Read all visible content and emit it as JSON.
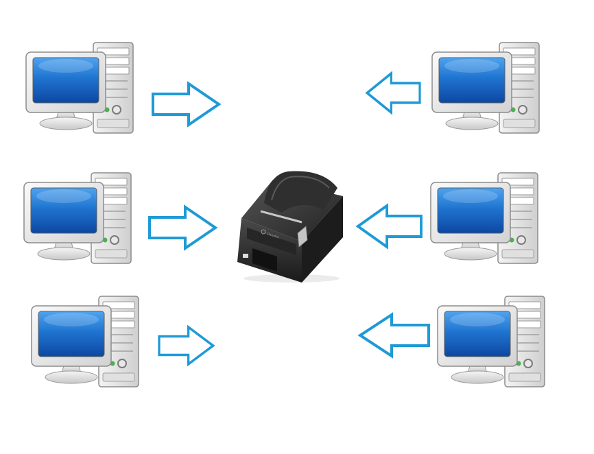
{
  "diagram": {
    "description_hidden": "",
    "printer": {
      "brand_text": "Daruma",
      "icon": "receipt-printer-icon"
    },
    "workstations": [
      {
        "id": "workstation-left-top",
        "side": "left",
        "icon": "desktop-computer-icon"
      },
      {
        "id": "workstation-left-middle",
        "side": "left",
        "icon": "desktop-computer-icon"
      },
      {
        "id": "workstation-left-bottom",
        "side": "left",
        "icon": "desktop-computer-icon"
      },
      {
        "id": "workstation-right-top",
        "side": "right",
        "icon": "desktop-computer-icon"
      },
      {
        "id": "workstation-right-middle",
        "side": "right",
        "icon": "desktop-computer-icon"
      },
      {
        "id": "workstation-right-bottom",
        "side": "right",
        "icon": "desktop-computer-icon"
      }
    ],
    "arrows": [
      {
        "id": "arrow-left-top",
        "direction": "right",
        "icon": "arrow-right-icon"
      },
      {
        "id": "arrow-left-middle",
        "direction": "right",
        "icon": "arrow-right-icon"
      },
      {
        "id": "arrow-left-bottom",
        "direction": "right",
        "icon": "arrow-right-icon"
      },
      {
        "id": "arrow-right-top",
        "direction": "left",
        "icon": "arrow-left-icon"
      },
      {
        "id": "arrow-right-middle",
        "direction": "left",
        "icon": "arrow-left-icon"
      },
      {
        "id": "arrow-right-bottom",
        "direction": "left",
        "icon": "arrow-left-icon"
      }
    ],
    "colors": {
      "arrow_stroke": "#1e9ad6",
      "screen_blue": "#1565c0",
      "screen_highlight": "#4fa3ef",
      "computer_body": "#e6e6e6",
      "computer_outline": "#8c8c8c",
      "printer_body": "#2b2b2b",
      "power_led": "#4caf50"
    }
  }
}
